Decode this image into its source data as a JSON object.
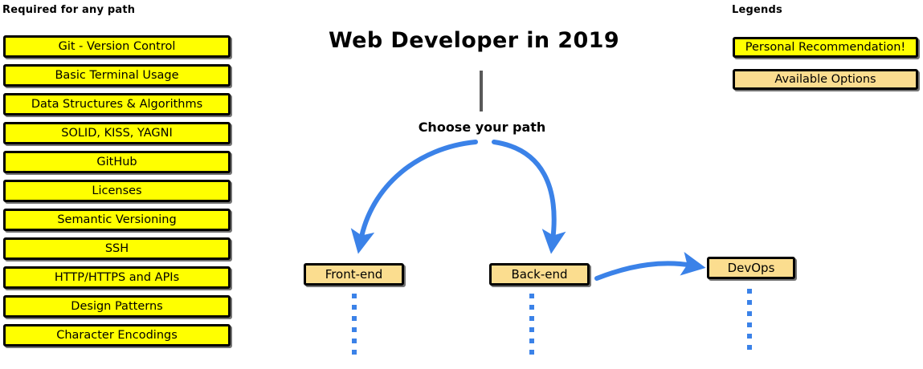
{
  "colors": {
    "recommendation_yellow": "#ffff00",
    "option_amber": "#fbdd8f",
    "arrow_blue": "#3b82e8",
    "stem_gray": "#595959",
    "outline_black": "#000000"
  },
  "title": "Web Developer in 2019",
  "required": {
    "heading": "Required for any path",
    "items": [
      {
        "label": "Git - Version Control"
      },
      {
        "label": "Basic Terminal Usage"
      },
      {
        "label": "Data Structures & Algorithms"
      },
      {
        "label": "SOLID, KISS, YAGNI"
      },
      {
        "label": "GitHub"
      },
      {
        "label": "Licenses"
      },
      {
        "label": "Semantic Versioning"
      },
      {
        "label": "SSH"
      },
      {
        "label": "HTTP/HTTPS and APIs"
      },
      {
        "label": "Design Patterns"
      },
      {
        "label": "Character Encodings"
      }
    ]
  },
  "center": {
    "choose_path_label": "Choose your path",
    "paths": [
      {
        "label": "Front-end"
      },
      {
        "label": "Back-end"
      },
      {
        "label": "DevOps"
      }
    ]
  },
  "legends": {
    "heading": "Legends",
    "items": [
      {
        "label": "Personal Recommendation!",
        "style": "yellow"
      },
      {
        "label": "Available Options",
        "style": "amber"
      }
    ]
  }
}
